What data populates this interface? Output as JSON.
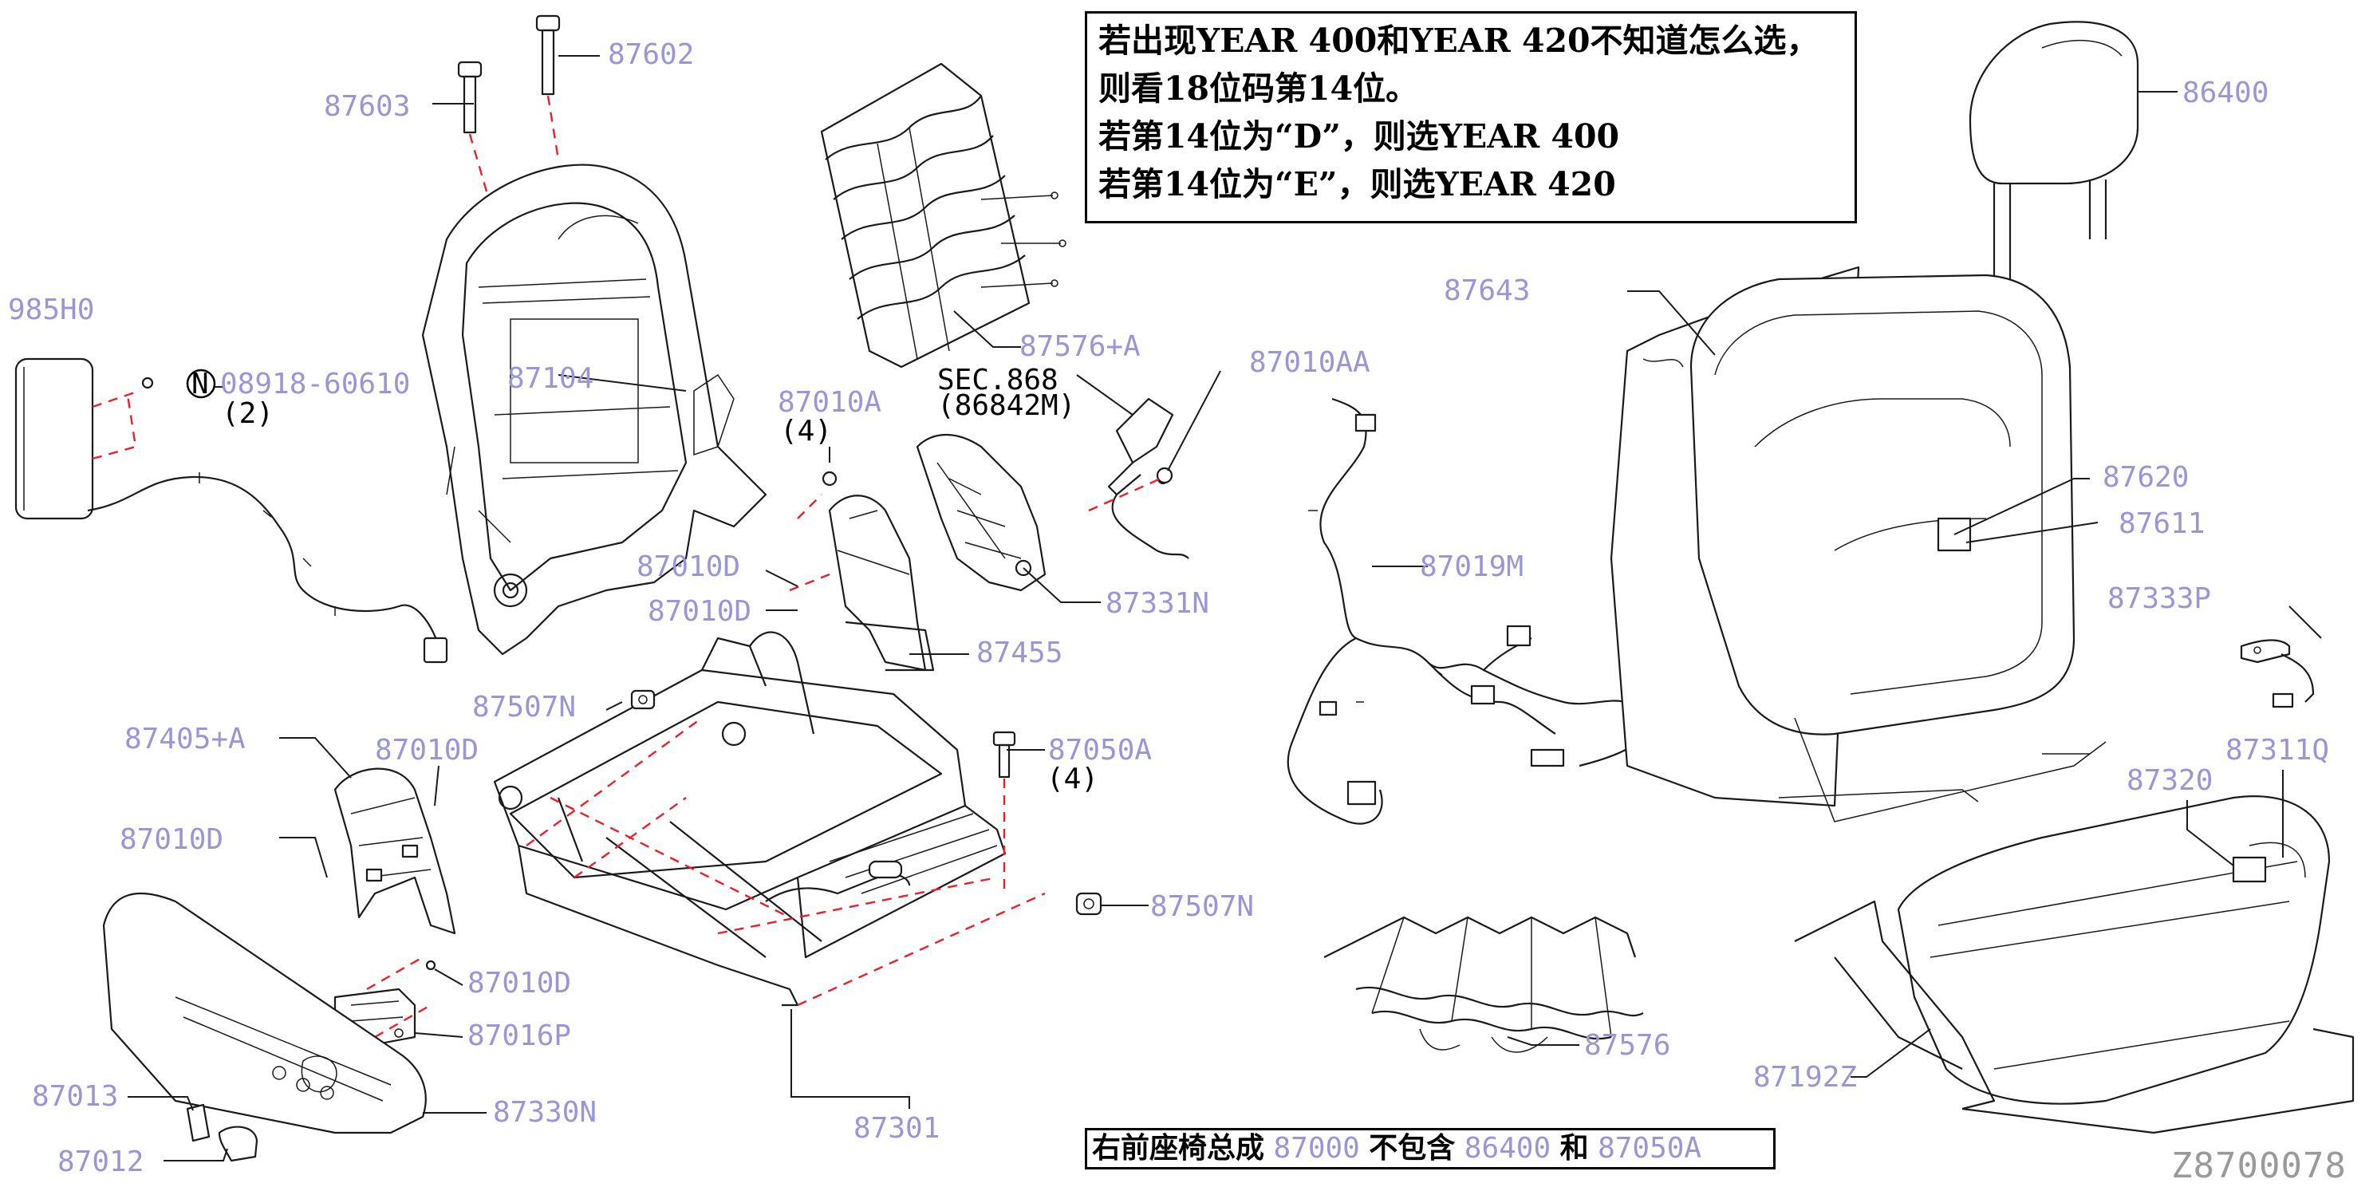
{
  "note": {
    "lines": [
      "若出现YEAR 400和YEAR 420不知道怎么选，",
      "则看18位码第14位。",
      "若第14位为“D”，则选YEAR 400",
      "若第14位为“E”，则选YEAR 420"
    ]
  },
  "footer": {
    "text1": "右前座椅总成",
    "code1": "87000",
    "text2": "不包含",
    "code2": "86400",
    "text3": "和",
    "code3": "87050A"
  },
  "diagram_id": "Z8700078",
  "labels": {
    "p87602": "87602",
    "p87603": "87603",
    "p985H0": "985H0",
    "p08918": "08918-60610",
    "n_mark": "N",
    "qty2": "(2)",
    "p87104": "87104",
    "p87576A": "87576+A",
    "sec868": "SEC.868",
    "sec86842M": "(86842M)",
    "p87010AA": "87010AA",
    "p87010A": "87010A",
    "qty4a": "(4)",
    "p86400": "86400",
    "p87643": "87643",
    "p87620": "87620",
    "p87611": "87611",
    "p87019M": "87019M",
    "p87010D_1": "87010D",
    "p87010D_2": "87010D",
    "p87331N": "87331N",
    "p87333P": "87333P",
    "p87455": "87455",
    "p87507N_1": "87507N",
    "p87405A": "87405+A",
    "p87010D_3": "87010D",
    "p87050A": "87050A",
    "qty4b": "(4)",
    "p87311Q": "87311Q",
    "p87320": "87320",
    "p87010D_4": "87010D",
    "p87507N_2": "87507N",
    "p87010D_5": "87010D",
    "p87016P": "87016P",
    "p87576": "87576",
    "p87013": "87013",
    "p87330N": "87330N",
    "p87192Z": "87192Z",
    "p87301": "87301",
    "p87012": "87012"
  },
  "colors": {
    "label": "#9a96d6",
    "line": "#1a1a1a",
    "dashed_leader": "#e8202a",
    "diagram_id": "#9a9a9a"
  }
}
